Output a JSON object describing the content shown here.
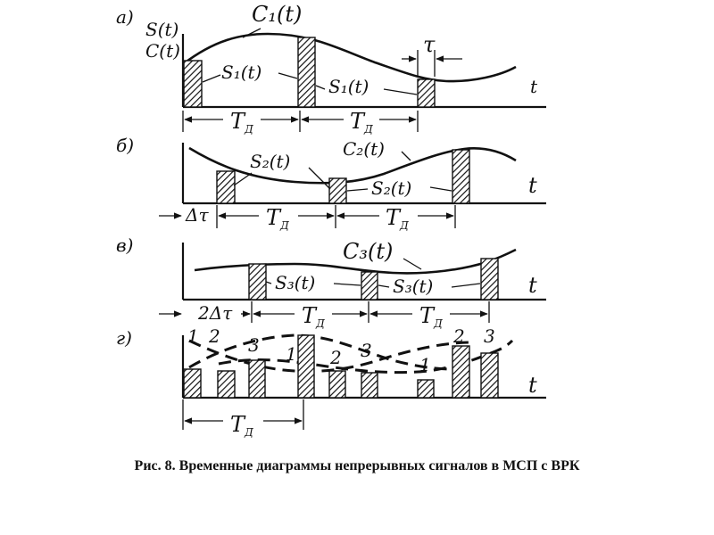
{
  "caption": "Рис. 8. Временные диаграммы непрерывных сигналов в МСП с ВРК",
  "panels": {
    "a": {
      "letter": "а)",
      "y_axis_label_1": "S(t)",
      "y_axis_label_2": "C(t)",
      "curve_label": "C₁(t)",
      "pulse_label_1": "S₁(t)",
      "pulse_label_2": "S₁(t)",
      "tau": "τ",
      "t_label": "t",
      "period_1": "T",
      "period_1_sub": "Д",
      "period_2": "T",
      "period_2_sub": "Д"
    },
    "b": {
      "letter": "б)",
      "curve_label": "C₂(t)",
      "pulse_label_1": "S₂(t)",
      "pulse_label_2": "S₂(t)",
      "t_label": "t",
      "delta": "Δτ",
      "period_1": "T",
      "period_1_sub": "Д",
      "period_2": "T",
      "period_2_sub": "Д"
    },
    "v": {
      "letter": "в)",
      "curve_label": "C₃(t)",
      "pulse_label_1": "S₃(t)",
      "pulse_label_2": "S₃(t)",
      "t_label": "t",
      "delta": "2Δτ",
      "period_1": "T",
      "period_1_sub": "Д",
      "period_2": "T",
      "period_2_sub": "Д"
    },
    "g": {
      "letter": "г)",
      "t_label": "t",
      "channel_marks": [
        "1",
        "2",
        "3",
        "1",
        "2",
        "3",
        "1",
        "2",
        "3"
      ],
      "period": "T",
      "period_sub": "Д"
    }
  }
}
